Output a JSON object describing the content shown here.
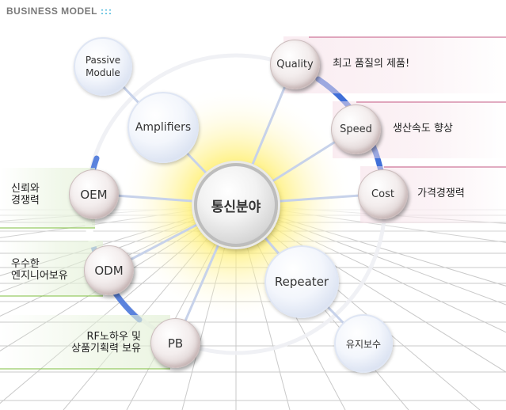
{
  "header": {
    "title": "BUSINESS MODEL",
    "dots": ":::"
  },
  "center": {
    "label": "통신분야"
  },
  "products": {
    "amplifiers": {
      "label": "Amplifiers"
    },
    "passive": {
      "label_line1": "Passive",
      "label_line2": "Module"
    },
    "repeater": {
      "label": "Repeater"
    },
    "maintenance": {
      "label": "유지보수"
    }
  },
  "strengths": [
    {
      "node": "Quality",
      "desc": "최고 품질의 제품!"
    },
    {
      "node": "Speed",
      "desc": "생산속도 향상"
    },
    {
      "node": "Cost",
      "desc": "가격경쟁력"
    }
  ],
  "business_types": [
    {
      "node": "OEM",
      "desc_line1": "신뢰와",
      "desc_line2": "경쟁력"
    },
    {
      "node": "ODM",
      "desc_line1": "우수한",
      "desc_line2": "엔지니어보유"
    },
    {
      "node": "PB",
      "desc_line1": "RF노하우 및",
      "desc_line2": "상품기획력 보유"
    }
  ],
  "colors": {
    "accent_blue": "#3f6fd8",
    "pink_line": "#c45b85",
    "green_line": "#7fbf3f",
    "title_gray": "#7a7a7a",
    "dots_cyan": "#3fb4d9"
  }
}
